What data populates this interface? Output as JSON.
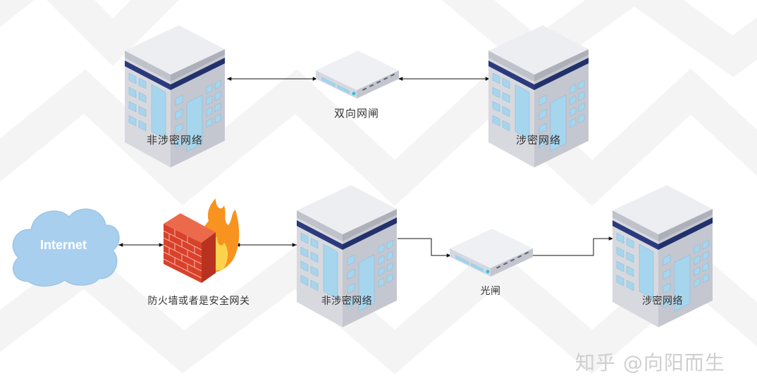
{
  "labels": {
    "top_left_building": "非涉密网络",
    "bidirectional_gateway": "双向网闸",
    "top_right_building": "涉密网络",
    "internet_cloud": "Internet",
    "firewall": "防火墙或者是安全网关",
    "bottom_middle_building": "非涉密网络",
    "optical_gateway": "光闸",
    "bottom_right_building": "涉密网络"
  },
  "watermark": "知乎 @向阳而生",
  "colors": {
    "background_pattern": "#f3f3f3",
    "connector": "#111111",
    "cloud": "#a9cfee",
    "building_roof": "#e4e5ea",
    "building_stripe": "#2b3a7c",
    "building_window": "#a6d6ee",
    "firewall_brick": "#d9412b",
    "flame": "#f7931e",
    "label_text": "#333333",
    "watermark_text": "#cfcfcf"
  }
}
